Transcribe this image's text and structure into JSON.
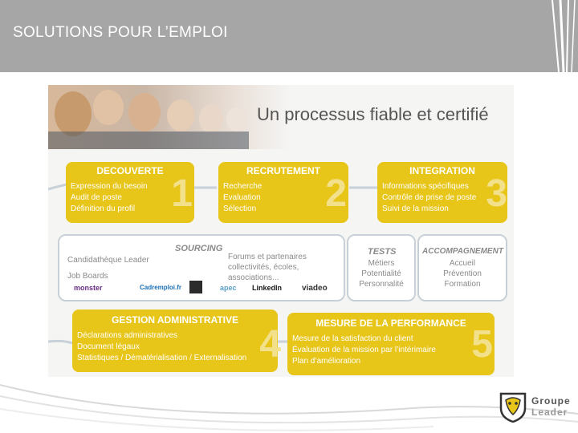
{
  "header": {
    "title": "SOLUTIONS POUR L’EMPLOI"
  },
  "panel": {
    "headline": "Un processus fiable et certifié",
    "steps": [
      {
        "title": "DECOUVERTE",
        "number": "1",
        "lines": [
          "Expression du besoin",
          "Audit de poste",
          "Définition du profil"
        ]
      },
      {
        "title": "RECRUTEMENT",
        "number": "2",
        "lines": [
          "Recherche",
          "Evaluation",
          "Sélection"
        ]
      },
      {
        "title": "INTEGRATION",
        "number": "3",
        "lines": [
          "Informations spécifiques",
          "Contrôle de prise de poste",
          "Suivi de la mission"
        ]
      },
      {
        "title": "GESTION ADMINISTRATIVE",
        "number": "4",
        "lines": [
          "Déclarations administratives",
          "Document légaux",
          "Statistiques / Dématérialisation / Externalisation"
        ]
      },
      {
        "title": "MESURE DE LA PERFORMANCE",
        "number": "5",
        "lines": [
          "Mesure de la satisfaction du client",
          "Évaluation de la mission par l’intérimaire",
          "Plan d’amélioration"
        ]
      }
    ],
    "sourcing": {
      "title": "SOURCING",
      "cvtheque": "Candidathèque Leader",
      "job_boards": "Job Boards",
      "forums": [
        "Forums et partenaires",
        "collectivités, écoles, associations..."
      ],
      "logos": [
        "monster",
        "Cadremploi.fr",
        "apec",
        "LinkedIn",
        "viadeo"
      ]
    },
    "tests": {
      "title": "TESTS",
      "lines": [
        "Métiers",
        "Potentialité",
        "Personnalité"
      ]
    },
    "accompagnement": {
      "title": "ACCOMPAGNEMENT",
      "lines": [
        "Accueil",
        "Prévention",
        "Formation"
      ]
    }
  },
  "brand": {
    "line1": "Groupe",
    "line2": "Leader"
  },
  "colors": {
    "header": "#a6a6a6",
    "accent": "#e7c519",
    "border": "#c8d0d8",
    "text_grey": "#8a8a8a"
  }
}
